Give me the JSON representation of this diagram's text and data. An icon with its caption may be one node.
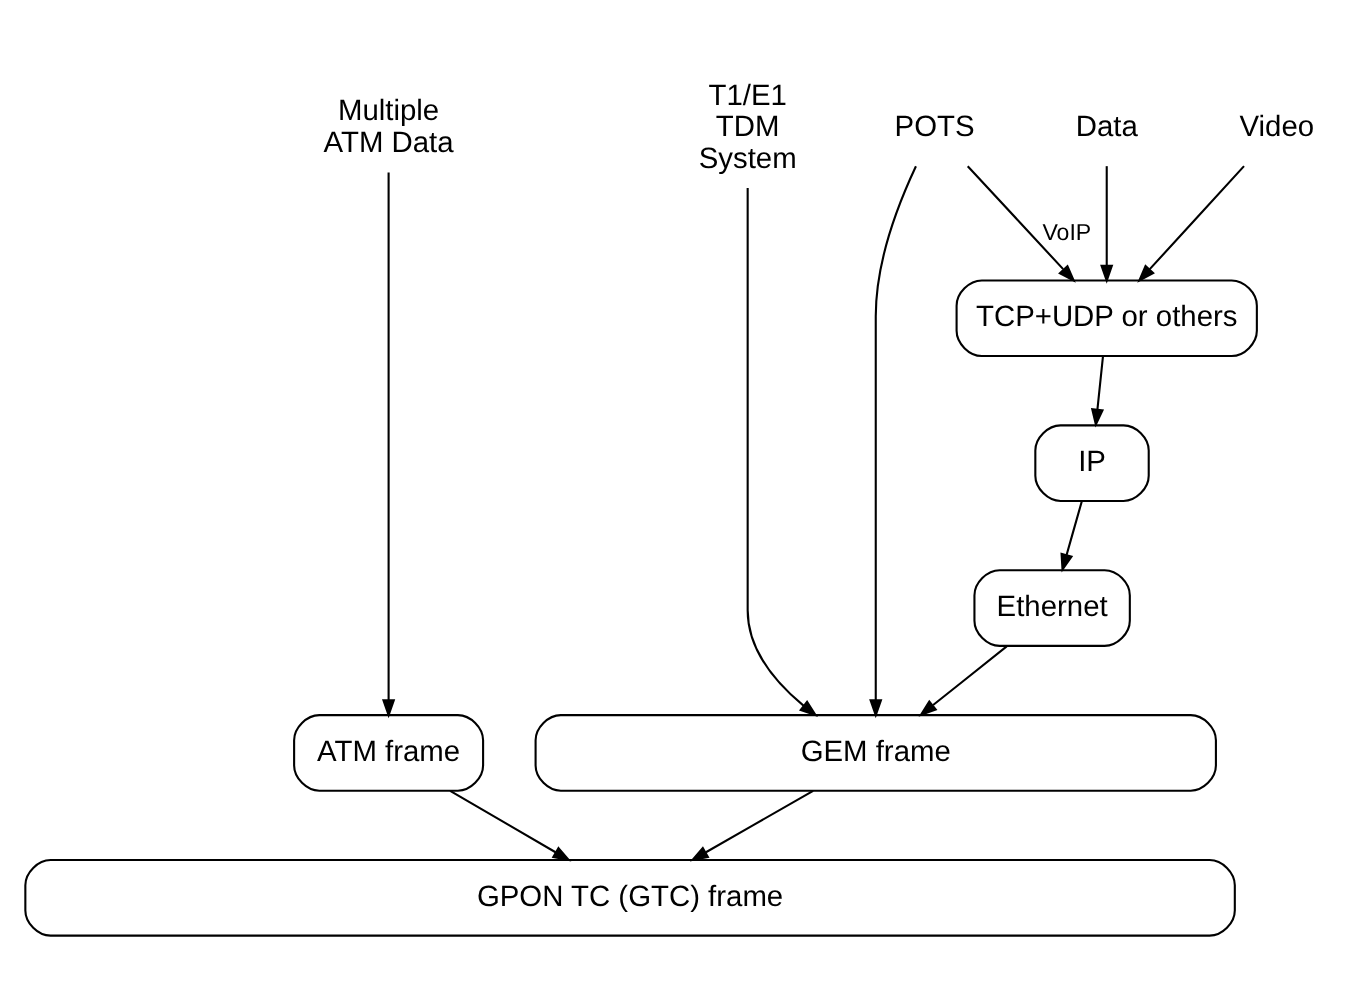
{
  "diagram": {
    "nodes": [
      {
        "text": [
          "Multiple ATM Data"
        ]
      },
      {
        "text": [
          "T1/E1 TDM System"
        ]
      },
      {
        "text": [
          "POTS"
        ]
      },
      {
        "text": [
          "Data"
        ]
      },
      {
        "text": [
          "Video"
        ]
      },
      {
        "text": [
          "TCP+UDP or others"
        ]
      },
      {
        "text": [
          "IP"
        ]
      },
      {
        "text": [
          "Ethernet"
        ]
      },
      {
        "text": [
          "ATM frame"
        ]
      },
      {
        "text": [
          "GEM frame"
        ]
      },
      {
        "text": [
          "GPON TC (GTC) frame"
        ]
      }
    ],
    "edges": [
      {
        "from": 0,
        "to": 8,
        "arrow": "to"
      },
      {
        "from": 1,
        "to": 9,
        "arrow": "to"
      },
      {
        "from": 2,
        "to": 9,
        "arrow": "to"
      },
      {
        "from": 2,
        "to": 5,
        "arrow": "to",
        "label": "VoIP"
      },
      {
        "from": 3,
        "to": 5,
        "arrow": "to"
      },
      {
        "from": 4,
        "to": 5,
        "arrow": "to"
      },
      {
        "from": 5,
        "to": 6,
        "arrow": "to"
      },
      {
        "from": 6,
        "to": 7,
        "arrow": "to"
      },
      {
        "from": 7,
        "to": 9,
        "arrow": "to"
      },
      {
        "from": 8,
        "to": 10,
        "arrow": "to"
      },
      {
        "from": 9,
        "to": 10,
        "arrow": "to"
      }
    ]
  }
}
